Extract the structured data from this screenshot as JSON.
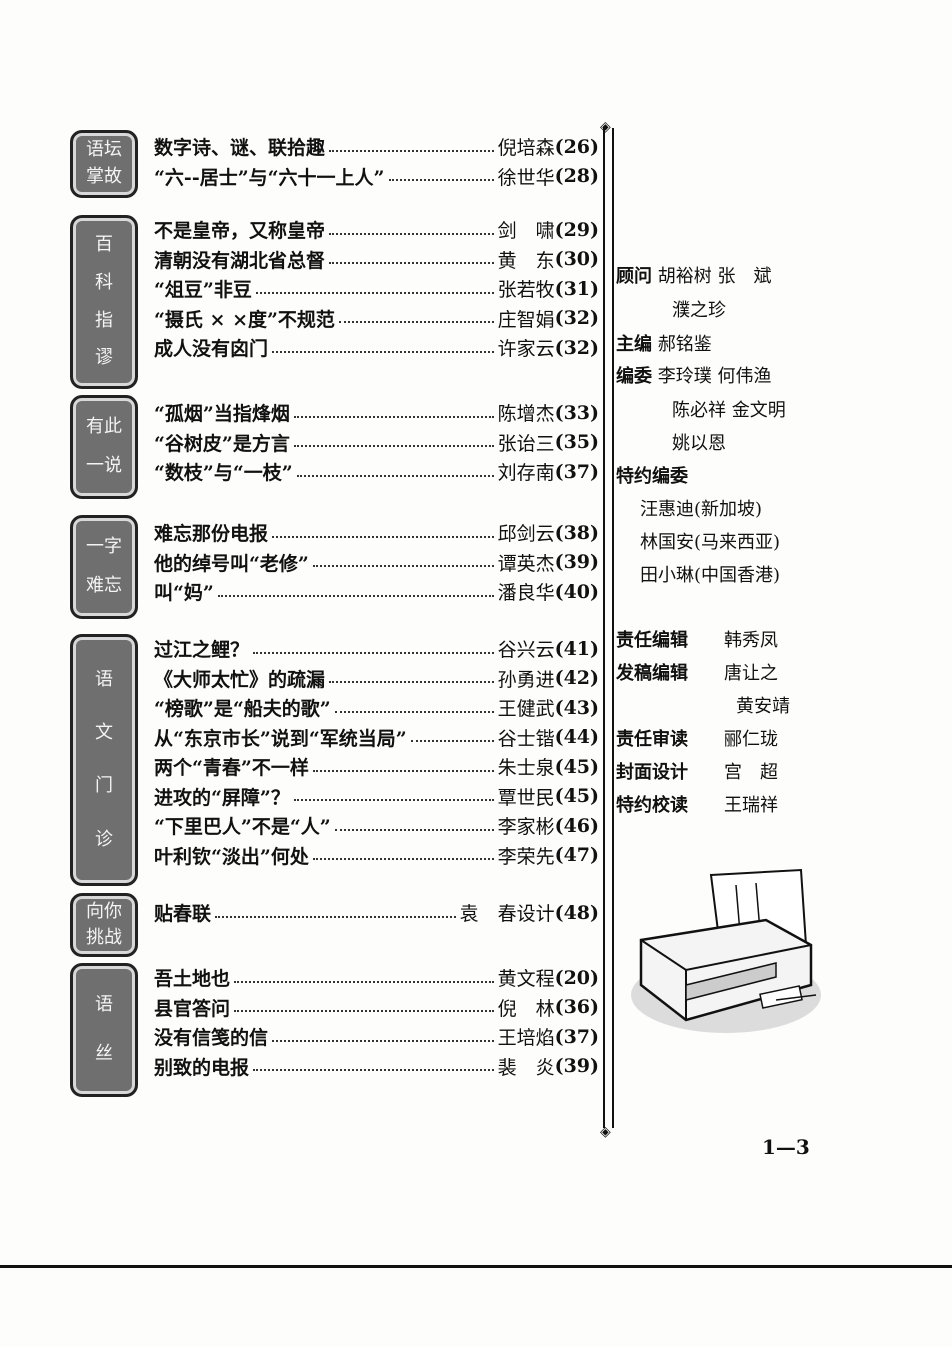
{
  "sections": [
    {
      "tag": [
        "语坛",
        "掌故"
      ],
      "entries": [
        {
          "title": "数字诗、谜、联拾趣",
          "author": "倪培森",
          "page": "(26)"
        },
        {
          "title": "“六--居士”与“六十一上人”",
          "author": "徐世华",
          "page": "(28)"
        }
      ]
    },
    {
      "tag": [
        "百",
        "科",
        "指",
        "谬"
      ],
      "entries": [
        {
          "title": "不是皇帝，又称皇帝",
          "author": "剑　啸",
          "page": "(29)"
        },
        {
          "title": "清朝没有湖北省总督",
          "author": "黄　东",
          "page": "(30)"
        },
        {
          "title": "“俎豆”非豆",
          "author": "张若牧",
          "page": "(31)"
        },
        {
          "title": "“摄氏 × ×度”不规范",
          "author": "庄智娟",
          "page": "(32)"
        },
        {
          "title": "成人没有囟门",
          "author": "许家云",
          "page": "(32)"
        }
      ]
    },
    {
      "tag": [
        "有此",
        "一说"
      ],
      "entries": [
        {
          "title": "“孤烟”当指烽烟",
          "author": "陈增杰",
          "page": "(33)"
        },
        {
          "title": "“谷树皮”是方言",
          "author": "张诒三",
          "page": "(35)"
        },
        {
          "title": "“数枝”与“一枝”",
          "author": "刘存南",
          "page": "(37)"
        }
      ]
    },
    {
      "tag": [
        "一字",
        "难忘"
      ],
      "entries": [
        {
          "title": "难忘那份电报",
          "author": "邱剑云",
          "page": "(38)"
        },
        {
          "title": "他的绰号叫“老修”",
          "author": "谭英杰",
          "page": "(39)"
        },
        {
          "title": "叫“妈”",
          "author": "潘良华",
          "page": "(40)"
        }
      ]
    },
    {
      "tag": [
        "语",
        "文",
        "门",
        "诊"
      ],
      "entries": [
        {
          "title": "过江之鲤？",
          "author": "谷兴云",
          "page": "(41)"
        },
        {
          "title": "《大师太忙》的疏漏",
          "author": "孙勇进",
          "page": "(42)"
        },
        {
          "title": "“榜歌”是“船夫的歌”",
          "author": "王健武",
          "page": "(43)"
        },
        {
          "title": "从“东京市长”说到“军统当局”",
          "author": "谷士锴",
          "page": "(44)"
        },
        {
          "title": "两个“青春”不一样",
          "author": "朱士泉",
          "page": "(45)"
        },
        {
          "title": "进攻的“屏障”？",
          "author": "覃世民",
          "page": "(45)"
        },
        {
          "title": "“下里巴人”不是“人”",
          "author": "李家彬",
          "page": "(46)"
        },
        {
          "title": "叶利钦“淡出”何处",
          "author": "李荣先",
          "page": "(47)"
        }
      ]
    },
    {
      "tag": [
        "向你",
        "挑战"
      ],
      "entries": [
        {
          "title": "贴春联",
          "author": "袁　春设计",
          "page": "(48)"
        }
      ]
    },
    {
      "tag": [
        "语",
        "丝"
      ],
      "entries": [
        {
          "title": "吾土地也",
          "author": "黄文程",
          "page": "(20)"
        },
        {
          "title": "县官答问",
          "author": "倪　林",
          "page": "(36)"
        },
        {
          "title": "没有信笺的信",
          "author": "王培焰",
          "page": "(37)"
        },
        {
          "title": "别致的电报",
          "author": "裴　炎",
          "page": "(39)"
        }
      ]
    }
  ],
  "staff": {
    "advisor_label": "顾问",
    "advisor_1": "胡裕树 张　斌",
    "advisor_2": "濮之珍",
    "chief_label": "主编",
    "chief": "郝铭鉴",
    "board_label": "编委",
    "board_1": "李玲璞 何伟渔",
    "board_2": "陈必祥 金文明",
    "board_3": "姚以恩",
    "special_label": "特约编委",
    "special_1": "汪惠迪(新加坡)",
    "special_2": "林国安(马来西亚)",
    "special_3": "田小琳(中国香港)",
    "resp_editor_label": "责任编辑",
    "resp_editor": "韩秀凤",
    "issue_editor_label": "发稿编辑",
    "issue_editor_1": "唐让之",
    "issue_editor_2": "黄安靖",
    "resp_review_label": "责任审读",
    "resp_review": "郦仁珑",
    "cover_label": "封面设计",
    "cover": "宫　超",
    "proof_label": "特约校读",
    "proof": "王瑞祥"
  },
  "page_number": "1—3"
}
